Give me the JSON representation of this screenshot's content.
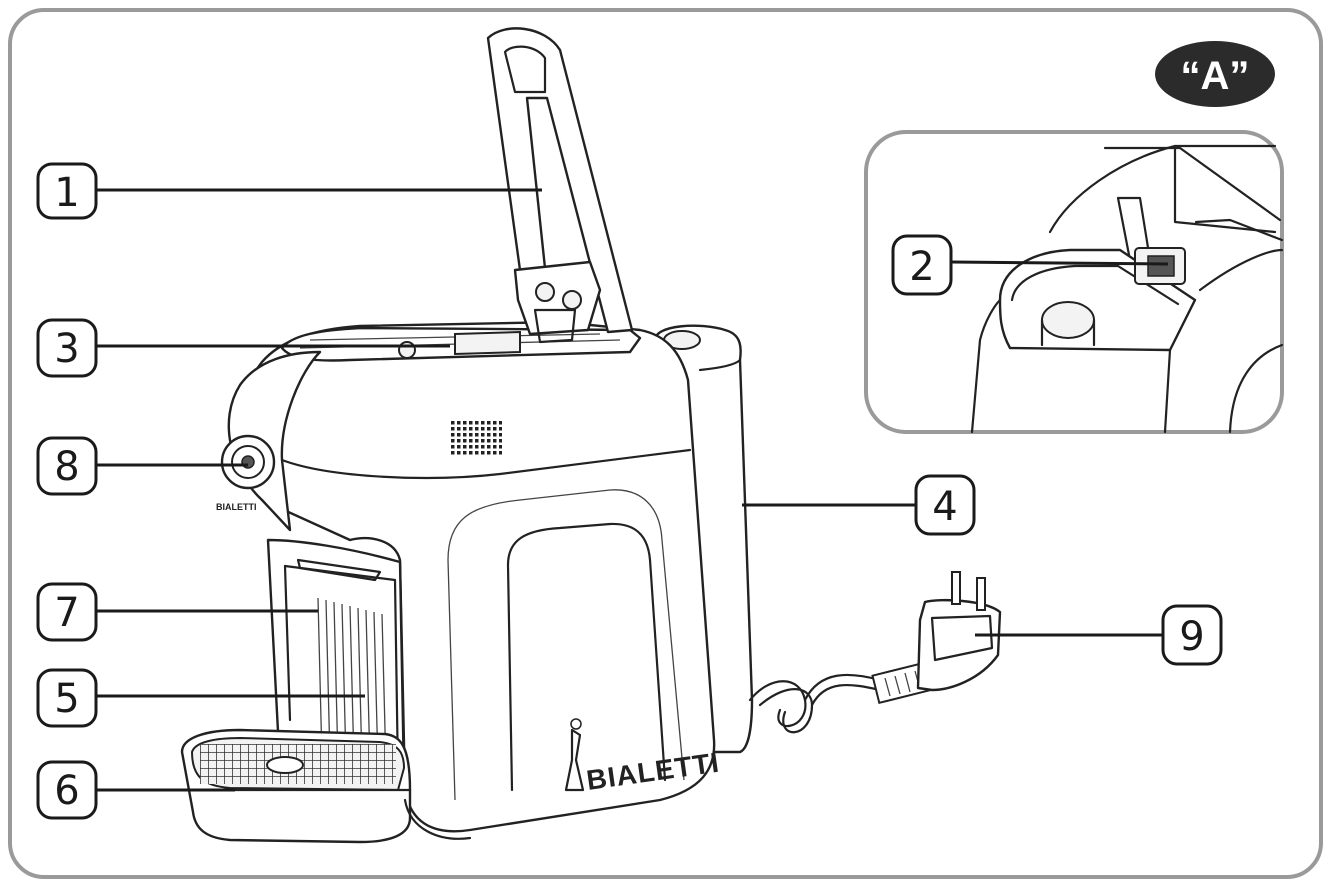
{
  "badge": "“A”",
  "brand_logo": "BIALETTI",
  "brand_small": "BIALETTI",
  "callouts": [
    "1",
    "2",
    "3",
    "4",
    "5",
    "6",
    "7",
    "8",
    "9"
  ],
  "colors": {
    "frame": "#9a9a9a",
    "ink": "#1a1a1a",
    "badge_bg": "#2b2b2b"
  }
}
